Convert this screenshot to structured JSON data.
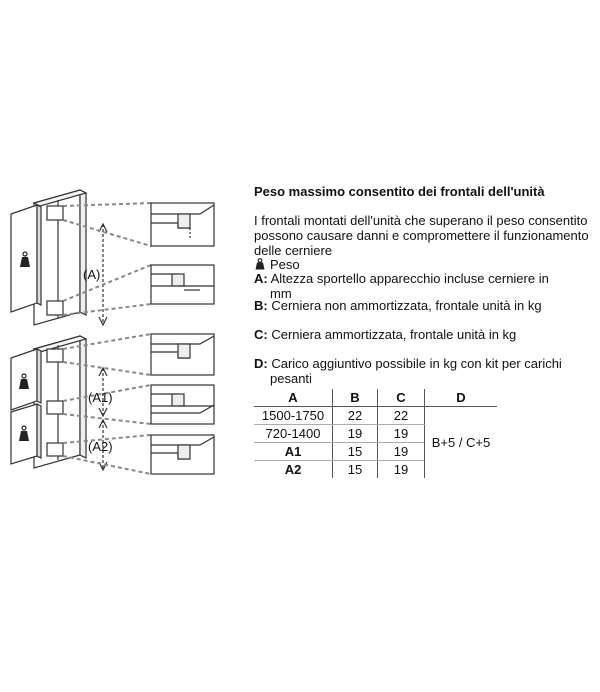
{
  "figure": {
    "labels": {
      "a": "(A)",
      "a1": "(A1)",
      "a2": "(A2)"
    },
    "colors": {
      "line": "#333333",
      "leader": "#888888"
    }
  },
  "heading": "Peso massimo consentito dei frontali dell'unità",
  "intro": "I frontali montati dell'unità che superano il peso consentito possono causare danni e compromettere il funzionamento delle cerniere",
  "legend": {
    "weight": {
      "icon": "weight-icon",
      "text": "Peso"
    },
    "a": {
      "key": "A:",
      "text": "Altezza sportello apparecchio incluse cerniere in",
      "cont": "mm"
    },
    "b": {
      "key": "B:",
      "text": "Cerniera non ammortizzata, frontale unità in kg"
    },
    "c": {
      "key": "C:",
      "text": "Cerniera ammortizzata, frontale unità in kg"
    },
    "d": {
      "key": "D:",
      "text": "Carico aggiuntivo possibile in kg con kit per carichi",
      "cont": "pesanti"
    }
  },
  "table": {
    "headers": [
      "A",
      "B",
      "C",
      "D"
    ],
    "rows": [
      {
        "a": "1500-1750",
        "b": "22",
        "c": "22",
        "a_bold": false
      },
      {
        "a": "720-1400",
        "b": "19",
        "c": "19",
        "a_bold": false
      },
      {
        "a": "A1",
        "b": "15",
        "c": "19",
        "a_bold": true
      },
      {
        "a": "A2",
        "b": "15",
        "c": "19",
        "a_bold": true
      }
    ],
    "d_value": "B+5 / C+5"
  }
}
